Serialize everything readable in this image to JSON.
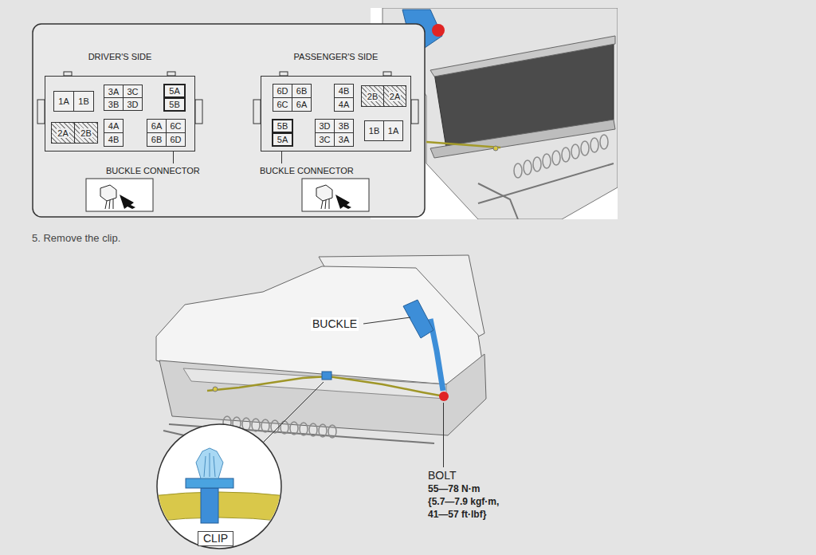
{
  "diagram": {
    "nodes": [
      {
        "text": [
          "DRIVER'S SIDE"
        ]
      },
      {
        "text": [
          "1A"
        ],
        "in": 0
      },
      {
        "text": [
          "1B"
        ],
        "in": 0
      },
      {
        "text": [
          "3A"
        ],
        "in": 0
      },
      {
        "text": [
          "3C"
        ],
        "in": 0
      },
      {
        "text": [
          "3B"
        ],
        "in": 0
      },
      {
        "text": [
          "3D"
        ],
        "in": 0
      },
      {
        "text": [
          "5A"
        ],
        "in": 0
      },
      {
        "text": [
          "5B"
        ],
        "in": 0
      },
      {
        "text": [
          "2A"
        ],
        "in": 0
      },
      {
        "text": [
          "2B"
        ],
        "in": 0
      },
      {
        "text": [
          "4A"
        ],
        "in": 0
      },
      {
        "text": [
          "4B"
        ],
        "in": 0
      },
      {
        "text": [
          "6A"
        ],
        "in": 0
      },
      {
        "text": [
          "6C"
        ],
        "in": 0
      },
      {
        "text": [
          "6B"
        ],
        "in": 0
      },
      {
        "text": [
          "6D"
        ],
        "in": 0
      },
      {
        "text": [
          "PASSENGER'S SIDE"
        ]
      },
      {
        "text": [
          "6D"
        ],
        "in": 17
      },
      {
        "text": [
          "6B"
        ],
        "in": 17
      },
      {
        "text": [
          "6C"
        ],
        "in": 17
      },
      {
        "text": [
          "6A"
        ],
        "in": 17
      },
      {
        "text": [
          "4B"
        ],
        "in": 17
      },
      {
        "text": [
          "4A"
        ],
        "in": 17
      },
      {
        "text": [
          "2B"
        ],
        "in": 17
      },
      {
        "text": [
          "2A"
        ],
        "in": 17
      },
      {
        "text": [
          "5B"
        ],
        "in": 17
      },
      {
        "text": [
          "5A"
        ],
        "in": 17
      },
      {
        "text": [
          "3D"
        ],
        "in": 17
      },
      {
        "text": [
          "3B"
        ],
        "in": 17
      },
      {
        "text": [
          "3C"
        ],
        "in": 17
      },
      {
        "text": [
          "3A"
        ],
        "in": 17
      },
      {
        "text": [
          "1B"
        ],
        "in": 17
      },
      {
        "text": [
          "1A"
        ],
        "in": 17
      }
    ],
    "labels": [
      "BUCKLE CONNECTOR",
      "BUCKLE CONNECTOR",
      "5. Remove the clip.",
      "BUCKLE",
      "BOLT",
      "55—78 N·m",
      "{5.7—7.9 kgf·m,",
      "41—57 ft·lbf}",
      "CLIP"
    ]
  }
}
